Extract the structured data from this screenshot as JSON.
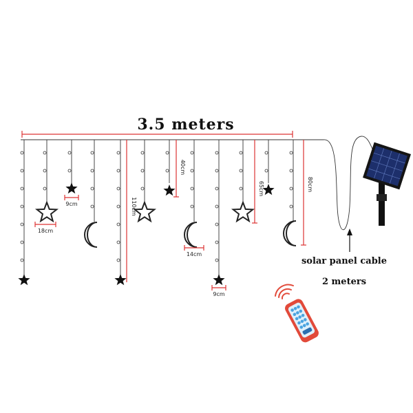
{
  "title": "3.5 meters",
  "dimensions": {
    "star_small": "9cm",
    "star_outline": "18cm",
    "drop_40": "40cm",
    "drop_110": "110cm",
    "drop_65": "65cm",
    "drop_80": "80cm",
    "moon_width": "14cm",
    "star_bottom": "9cm"
  },
  "cable": {
    "label": "solar panel cable",
    "length": "2 meters"
  },
  "icons": {
    "solar_panel": "solar-panel-icon",
    "remote": "remote-control-icon",
    "star_solid": "star-solid-icon",
    "star_outline": "star-outline-icon",
    "moon": "crescent-moon-icon"
  },
  "colors": {
    "dimension_lines": "#dd3333",
    "remote_body": "#e24a3a",
    "remote_buttons": "#4aa3e0",
    "panel": "#1d2f6b"
  }
}
